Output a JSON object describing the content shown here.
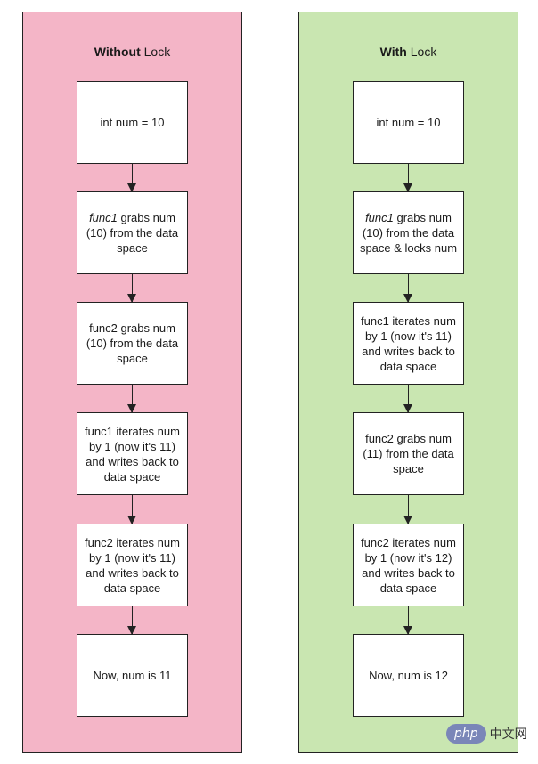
{
  "colors": {
    "left_panel": "#f4b5c7",
    "right_panel": "#c9e6b1",
    "box": "#ffffff",
    "stroke": "#222222"
  },
  "without_lock": {
    "title_bold": "Without",
    "title_rest": " Lock",
    "steps": [
      {
        "em": "",
        "text": "int num = 10"
      },
      {
        "em": "func1",
        "text": " grabs num (10) from the data space"
      },
      {
        "em": "",
        "text": "func2 grabs num (10) from the data space"
      },
      {
        "em": "",
        "text": "func1 iterates num by 1 (now it's 11) and writes back to data space"
      },
      {
        "em": "",
        "text": "func2 iterates num by 1 (now it's 11) and writes back to data space"
      },
      {
        "em": "",
        "text": "Now, num is 11"
      }
    ]
  },
  "with_lock": {
    "title_bold": "With",
    "title_rest": " Lock",
    "steps": [
      {
        "em": "",
        "text": "int num = 10"
      },
      {
        "em": "func1",
        "text": " grabs num (10) from the data space & locks num"
      },
      {
        "em": "",
        "text": "func1 iterates num by 1 (now it's 11) and writes back to data space"
      },
      {
        "em": "",
        "text": "func2 grabs num (11) from the data space"
      },
      {
        "em": "",
        "text": "func2 iterates num by 1 (now it's 12) and writes back to data space"
      },
      {
        "em": "",
        "text": "Now, num is 12"
      }
    ]
  },
  "watermark": {
    "badge": "php",
    "text": "中文网"
  }
}
